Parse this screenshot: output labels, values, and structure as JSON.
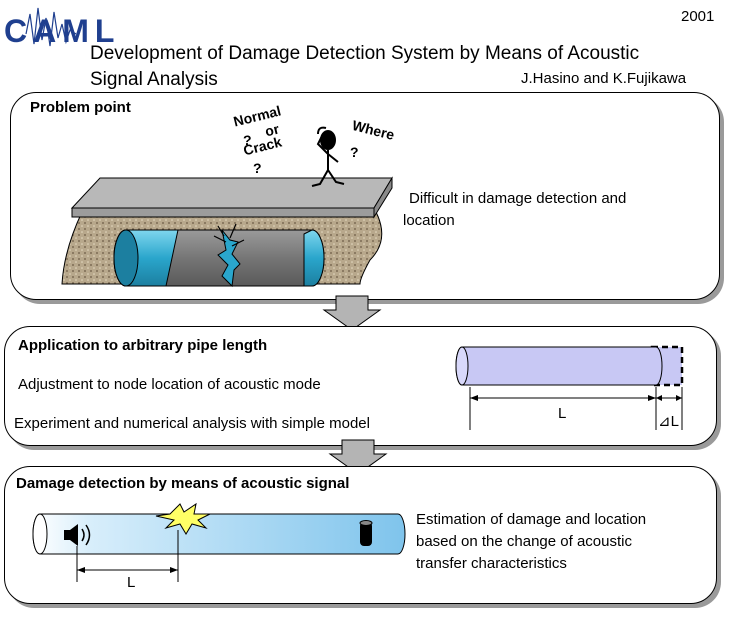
{
  "header": {
    "logo_text": "CAML",
    "year": "2001",
    "title_line1": "Development of Damage Detection System by Means of Acoustic",
    "title_line2": "Signal Analysis",
    "authors": "J.Hasino and K.Fujikawa"
  },
  "panel1": {
    "title": "Problem point",
    "q_normal": "Normal",
    "q_or": "or",
    "q_crack": "Crack",
    "q_where": "Where",
    "q_mark": "?",
    "desc_line1": "Difficult in damage detection and",
    "desc_line2": "location"
  },
  "panel2": {
    "title": "Application to arbitrary pipe length",
    "line1": "Adjustment to node location of acoustic mode",
    "line2": "Experiment and numerical analysis with simple model",
    "label_L": "L",
    "label_dL": "⊿L"
  },
  "panel3": {
    "title": "Damage detection by means of acoustic signal",
    "desc_line1": "Estimation of damage and location",
    "desc_line2": "based on the change of acoustic",
    "desc_line3": "transfer characteristics",
    "label_L": "L"
  },
  "colors": {
    "pipe_blue": "#2aa6cc",
    "pipe_lavender": "#c8c8f4",
    "soil": "#b8a88c",
    "arrow_gray": "#b4b4b4",
    "logo_blue": "#1f3f8f"
  }
}
